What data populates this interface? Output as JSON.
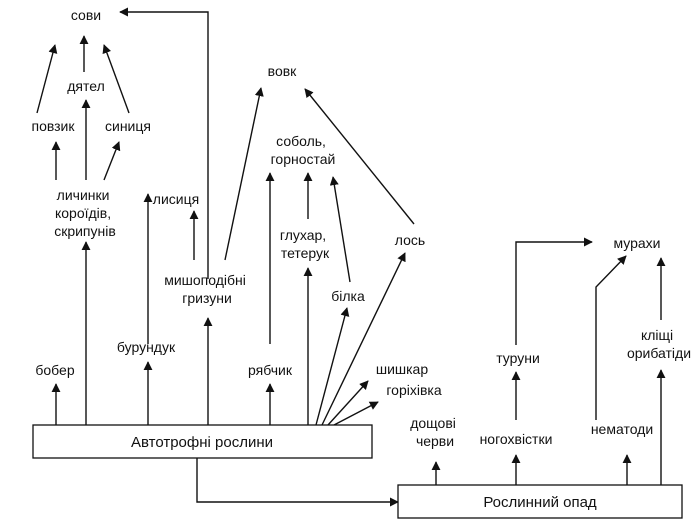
{
  "boxes": {
    "autotrophs": "Автотрофні рослини",
    "litter": "Рослинний опад"
  },
  "nodes": {
    "sovy": "сови",
    "dyatel": "дятел",
    "povzyk": "повзик",
    "synytsia": "синиця",
    "lychynky": [
      "личинки",
      "короїдів,",
      "скрипунів"
    ],
    "lysytsia": "лисиця",
    "vovk": "вовк",
    "sobol": [
      "соболь,",
      "горностай"
    ],
    "hlukhar": [
      "глухар,",
      "тетерук"
    ],
    "los": "лось",
    "bilka": "білка",
    "myshopodibni": [
      "мишоподібні",
      "гризуни"
    ],
    "burunduk": "бурундук",
    "bober": "бобер",
    "riabchyk": "рябчик",
    "shyshkar": "шишкар",
    "horikhivka": "горіхівка",
    "murakhy": "мурахи",
    "turuny": "туруни",
    "klishchi": [
      "кліщі",
      "орибатіди"
    ],
    "doshchovi": [
      "дощові",
      "черви"
    ],
    "nohokhvistky": "ногохвістки",
    "nematody": "нематоди"
  }
}
